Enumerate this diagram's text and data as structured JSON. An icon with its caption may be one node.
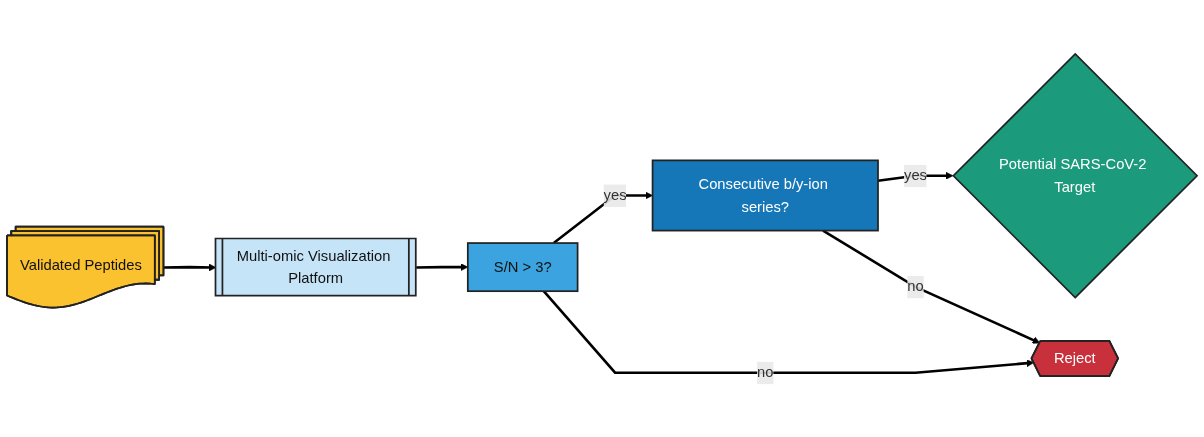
{
  "diagram": {
    "nodes": [
      {
        "text": [
          "Validated Peptides"
        ]
      },
      {
        "text": [
          "Multi-omic Visualization Platform"
        ]
      },
      {
        "text": [
          "S/N > 3?"
        ]
      },
      {
        "text": [
          "Consecutive b/y-ion series?"
        ]
      },
      {
        "text": [
          "Potential SARS-CoV-2 Target"
        ]
      },
      {
        "text": [
          "Reject"
        ]
      }
    ],
    "edges": [
      {
        "from": 0,
        "to": 1,
        "arrow": "to"
      },
      {
        "from": 1,
        "to": 2,
        "arrow": "to"
      },
      {
        "from": 2,
        "to": 3,
        "arrow": "to",
        "label": "yes"
      },
      {
        "from": 3,
        "to": 4,
        "arrow": "to",
        "label": "yes"
      },
      {
        "from": 2,
        "to": 5,
        "arrow": "to",
        "label": "no"
      },
      {
        "from": 3,
        "to": 5,
        "arrow": "to",
        "label": "no"
      }
    ]
  }
}
